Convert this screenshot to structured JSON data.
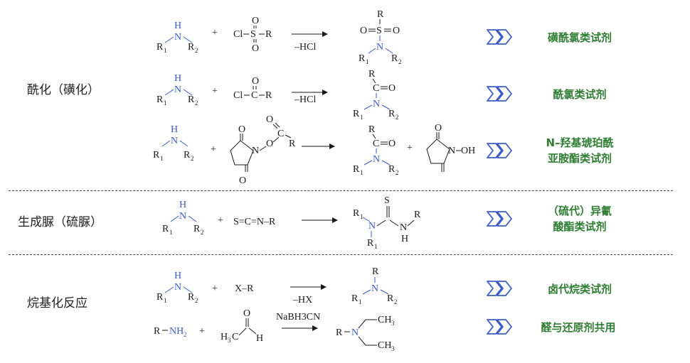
{
  "sections": [
    {
      "label": "酰化（磺化）"
    },
    {
      "label": "生成脲（硫脲）"
    },
    {
      "label": "烷基化反应"
    }
  ],
  "reagents": [
    {
      "line1": "磺酰氯类试剂",
      "line2": ""
    },
    {
      "line1": "酰氯类试剂",
      "line2": ""
    },
    {
      "line1": "N–羟基琥珀酰",
      "line2": "亚胺酯类试剂"
    },
    {
      "line1": "（硫代）异氰",
      "line2": "酸酯类试剂"
    },
    {
      "line1": "卤代烷类试剂",
      "line2": ""
    },
    {
      "line1": "醛与还原剂共用",
      "line2": ""
    }
  ],
  "conditions": {
    "r1": "–HCl",
    "r2": "–HCl",
    "r5": "–HX",
    "r6": "NaBH3CN"
  },
  "colors": {
    "accent_blue": "#3a5cc8",
    "reagent_green": "#2e7d32",
    "divider": "#444444"
  },
  "icons": {
    "reagent_marker": "double-chevron-right-icon"
  }
}
